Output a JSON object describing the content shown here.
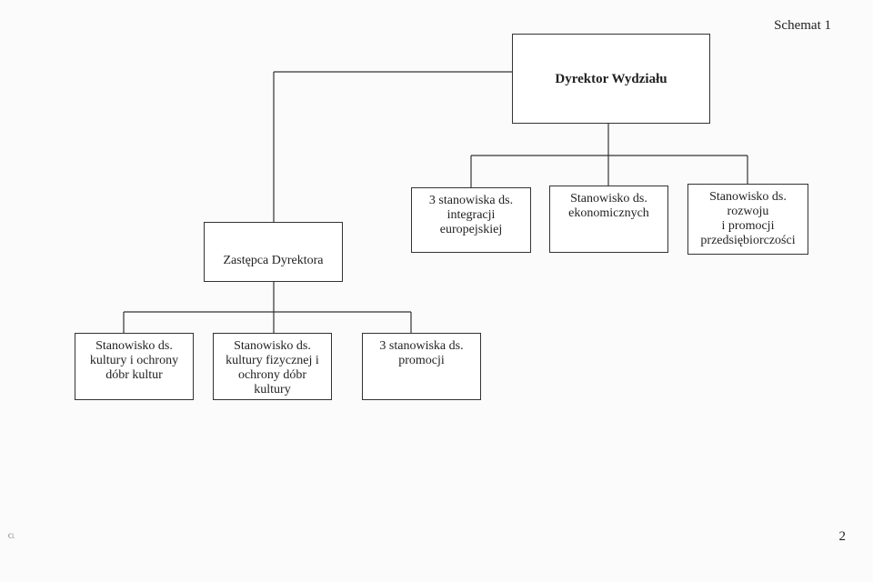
{
  "header": {
    "schemat_label": "Schemat 1"
  },
  "footer": {
    "page_number": "2",
    "margin_mark": "ರ"
  },
  "org_chart": {
    "director": {
      "lines": [
        "Dyrektor Wydziału"
      ]
    },
    "deputy": {
      "lines": [
        "Zastępca Dyrektora"
      ]
    },
    "director_units": [
      {
        "lines": [
          "3 stanowiska ds.",
          "integracji",
          "europejskiej"
        ]
      },
      {
        "lines": [
          "Stanowisko ds.",
          "ekonomicznych"
        ]
      },
      {
        "lines": [
          "Stanowisko ds.",
          "rozwoju",
          "i promocji",
          "przedsiębiorczości"
        ]
      }
    ],
    "deputy_units": [
      {
        "lines": [
          "Stanowisko ds.",
          "kultury i ochrony",
          "dóbr kultur"
        ]
      },
      {
        "lines": [
          "Stanowisko ds.",
          "kultury fizycznej i",
          "ochrony dóbr",
          "kultury"
        ]
      },
      {
        "lines": [
          "3 stanowiska ds.",
          "promocji"
        ]
      }
    ]
  }
}
